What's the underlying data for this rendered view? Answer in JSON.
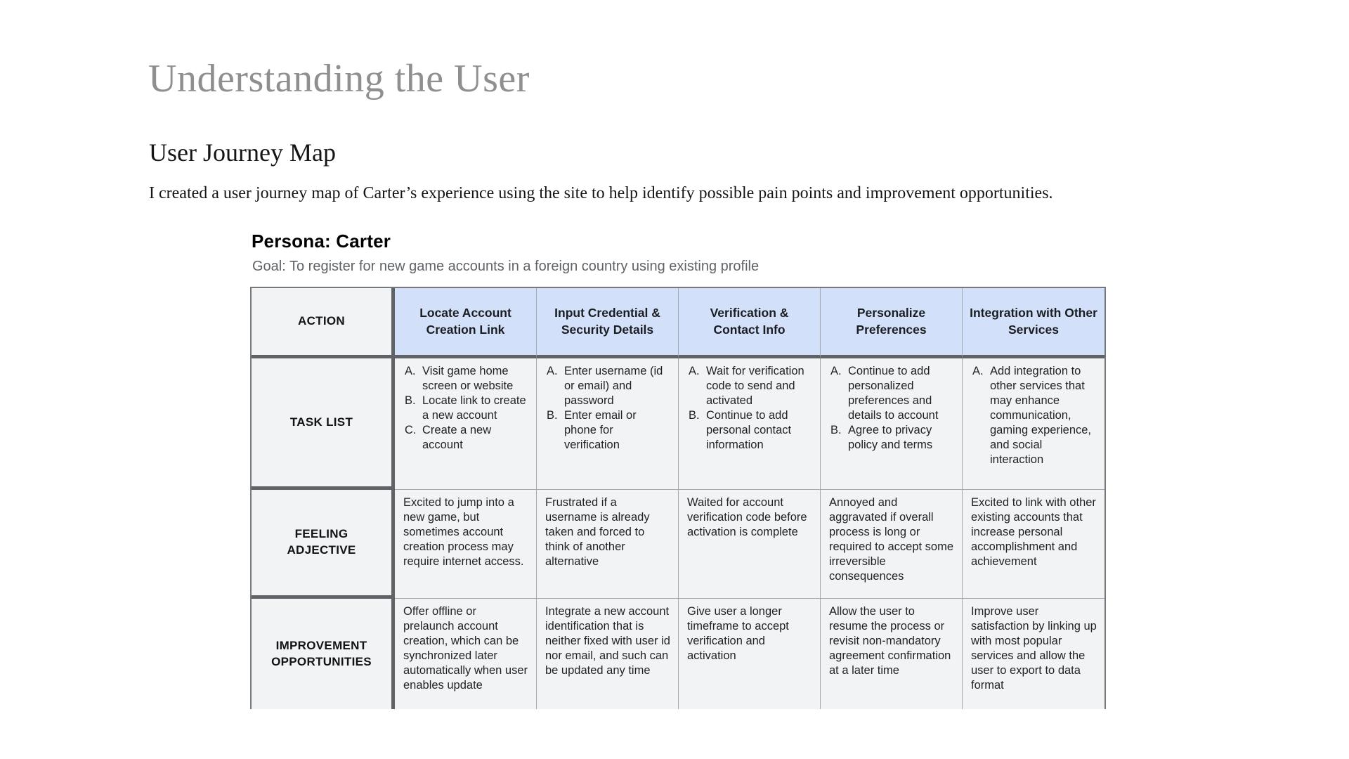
{
  "page": {
    "title": "Understanding the User",
    "subtitle": "User Journey Map",
    "description": "I created a user journey map of Carter’s experience using the site to help identify possible pain points and improvement opportunities."
  },
  "persona": {
    "title": "Persona: Carter",
    "goal": "Goal: To register for new game accounts in a foreign country using existing profile"
  },
  "colors": {
    "header_fill": "#d2e0f9",
    "cell_fill": "#f1f3f4",
    "heavy_border": "#5f6368",
    "light_border": "#a5a9ad",
    "outer_border": "#76797c",
    "title_gray": "#8f8f8f",
    "goal_gray": "#5f6368"
  },
  "journey_table": {
    "corner_label": "ACTION",
    "column_headers": [
      "Locate Account Creation Link",
      "Input Credential & Security Details",
      "Verification & Contact Info",
      "Personalize Preferences",
      "Integration with Other Services"
    ],
    "rows": [
      {
        "label": "TASK LIST",
        "slug": "task-list",
        "cells": [
          {
            "list": [
              {
                "marker": "A.",
                "text": "Visit game home screen or website"
              },
              {
                "marker": "B.",
                "text": "Locate link to create a new account"
              },
              {
                "marker": "C.",
                "text": "Create a new account"
              }
            ]
          },
          {
            "list": [
              {
                "marker": "A.",
                "text": "Enter username (id or email) and password"
              },
              {
                "marker": "B.",
                "text": "Enter email or phone for verification"
              }
            ]
          },
          {
            "list": [
              {
                "marker": "A.",
                "text": "Wait for verification code to send and activated"
              },
              {
                "marker": "B.",
                "text": "Continue to add personal contact information"
              }
            ]
          },
          {
            "list": [
              {
                "marker": "A.",
                "text": "Continue to add personalized preferences and details to account"
              },
              {
                "marker": "B.",
                "text": "Agree to privacy policy and terms"
              }
            ]
          },
          {
            "list": [
              {
                "marker": "A.",
                "text": "Add integration to other services that may enhance communication, gaming experience, and social interaction"
              }
            ]
          }
        ]
      },
      {
        "label": "FEELING ADJECTIVE",
        "slug": "feeling-adjective",
        "cells": [
          {
            "text": "Excited to jump into a new game, but sometimes account creation process may require internet access."
          },
          {
            "text": "Frustrated if a username is already taken and forced to think of another alternative"
          },
          {
            "text": "Waited for account verification code before activation is complete"
          },
          {
            "text": "Annoyed and aggravated if overall process is long or required to accept some irreversible consequences"
          },
          {
            "text": "Excited to link with other existing accounts that increase personal accomplishment and achievement"
          }
        ]
      },
      {
        "label": "IMPROVEMENT OPPORTUNITIES",
        "slug": "improvement-opportunities",
        "cells": [
          {
            "text": "Offer offline or prelaunch account creation, which can be synchronized later automatically when user enables update"
          },
          {
            "text": "Integrate a new account identification that is neither fixed with user id nor email, and such can be updated any time"
          },
          {
            "text": "Give user a longer timeframe to accept verification and activation"
          },
          {
            "text": "Allow the user to resume the process or revisit non-mandatory agreement confirmation at a later time"
          },
          {
            "text": "Improve user satisfaction by linking up with most popular services and allow the user to export to data format"
          }
        ]
      }
    ]
  }
}
